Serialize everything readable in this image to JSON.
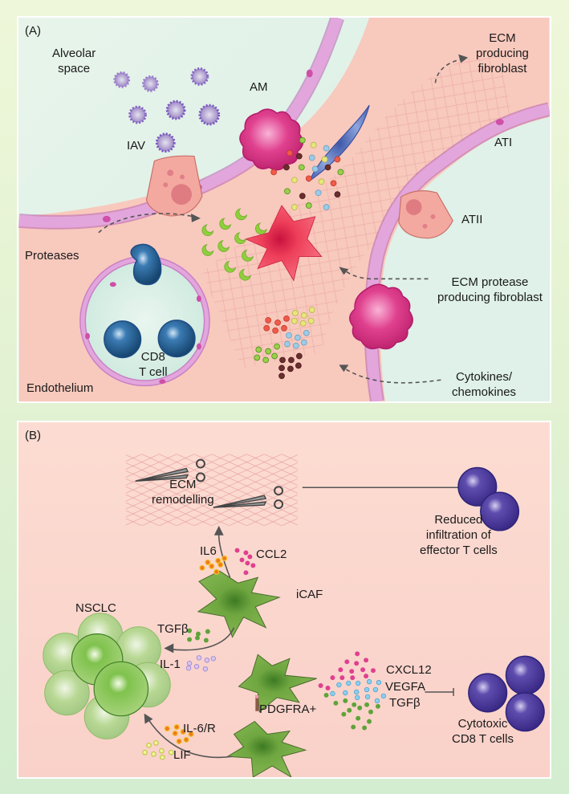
{
  "figure": {
    "panels": [
      {
        "tag": "(A)",
        "labels": {
          "alveolar_space": [
            "Alveolar",
            "space"
          ],
          "am": "AM",
          "iav": "IAV",
          "ecm_producing": [
            "ECM",
            "producing",
            "fibroblast"
          ],
          "ati": "ATI",
          "atii": "ATII",
          "proteases": "Proteases",
          "cd8": [
            "CD8",
            "T cell"
          ],
          "endothelium": "Endothelium",
          "ecm_protease": [
            "ECM protease",
            "producing fibroblast"
          ],
          "cytokines": [
            "Cytokines/",
            "chemokines"
          ]
        }
      },
      {
        "tag": "(B)",
        "labels": {
          "ecm_remodelling": [
            "ECM",
            "remodelling"
          ],
          "reduced_infiltration": [
            "Reduced",
            "infiltration of",
            "effector T cells"
          ],
          "il6": "IL6",
          "ccl2": "CCL2",
          "icaf": "iCAF",
          "nsclc": "NSCLC",
          "tgfb_1": "TGFβ",
          "il1": "IL-1",
          "cxcl12": "CXCL12",
          "vegfa": "VEGFA",
          "tgfb_2": "TGFβ",
          "pdgfra": "PDGFRA+",
          "cytotoxic": [
            "Cytotoxic",
            "CD8 T cells"
          ],
          "il6r": "IL-6/R",
          "lif": "LIF"
        }
      }
    ],
    "colors": {
      "background_top": "#eef7d9",
      "panel_a_bg": "#d6efe6",
      "tissue_pink": "#f8c9bd",
      "epithelium": "#d98fd3",
      "macrophage": "#e0418f",
      "fibroblast_red": "#ee3f5a",
      "fibroblast_blue": "#6d86c8",
      "tcell_blue": "#2f6aa0",
      "protease_green": "#8fcf3c",
      "caf_green": "#6fa640",
      "tcell_purple": "#4d3c9a",
      "arrow_gray": "#555555"
    }
  }
}
